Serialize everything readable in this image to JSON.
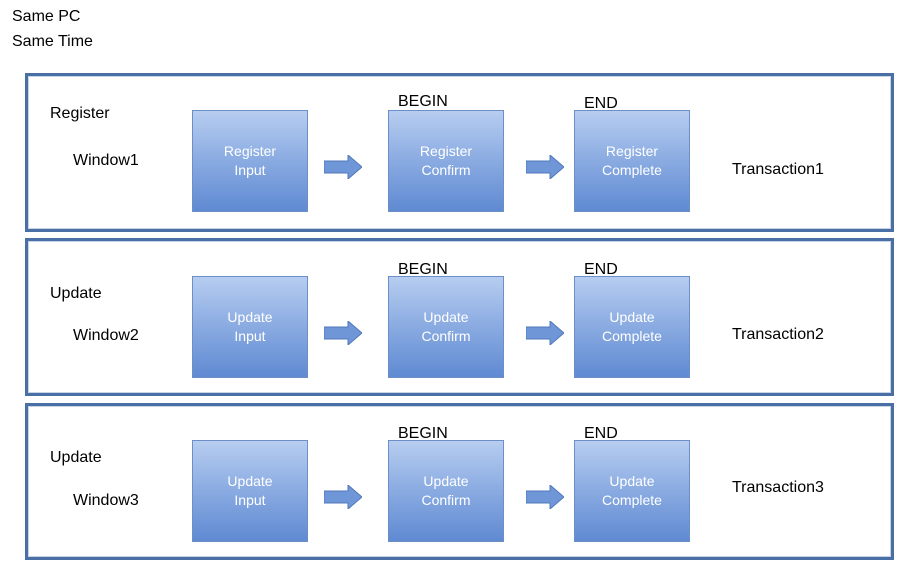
{
  "header": {
    "line1": "Same PC",
    "line2": "Same Time"
  },
  "colors": {
    "panel_border": "#4a6fa5",
    "box_top": "#b7cdf0",
    "box_bottom": "#5f8ad2",
    "arrow_fill": "#6f97d8"
  },
  "rows": [
    {
      "label": "Register",
      "window": "Window1",
      "begin": "BEGIN",
      "end": "END",
      "steps": [
        {
          "line1": "Register",
          "line2": "Input"
        },
        {
          "line1": "Register",
          "line2": "Confirm"
        },
        {
          "line1": "Register",
          "line2": "Complete"
        }
      ],
      "transaction": "Transaction1"
    },
    {
      "label": "Update",
      "window": "Window2",
      "begin": "BEGIN",
      "end": "END",
      "steps": [
        {
          "line1": "Update",
          "line2": "Input"
        },
        {
          "line1": "Update",
          "line2": "Confirm"
        },
        {
          "line1": "Update",
          "line2": "Complete"
        }
      ],
      "transaction": "Transaction2"
    },
    {
      "label": "Update",
      "window": "Window3",
      "begin": "BEGIN",
      "end": "END",
      "steps": [
        {
          "line1": "Update",
          "line2": "Input"
        },
        {
          "line1": "Update",
          "line2": "Confirm"
        },
        {
          "line1": "Update",
          "line2": "Complete"
        }
      ],
      "transaction": "Transaction3"
    }
  ]
}
